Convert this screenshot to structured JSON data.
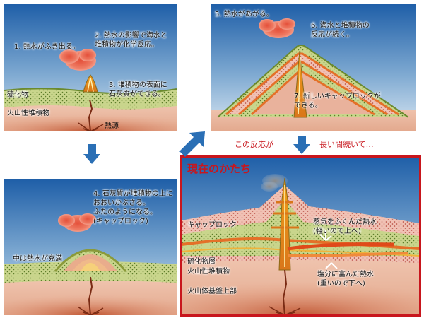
{
  "panel1": {
    "step1": "1. 熱水がふき出る。",
    "step2": "2. 熱水の影響で海水と\n堆積物が化学反応。",
    "step3": "3. 堆積物の表面に\n石灰質ができる。",
    "layer_sulfide": "硫化物",
    "layer_volcanic_sediment": "火山性堆積物",
    "heat_source": "熱源"
  },
  "panel2": {
    "step5": "5. 熱水があがる。",
    "step6": "6. 海水と堆積物の\n反応が続く。",
    "step7": "7. 新しいキャップロックが\nできる。"
  },
  "panel3": {
    "step4": "4. 石灰質が堆積物の上に\nおおいかぶさる。\nふたのようになる。\n(キャップロック)",
    "filled": "中は熱水が充満"
  },
  "panel4": {
    "title": "現在のかたち",
    "caprock": "キャップロック",
    "steam_water": "蒸気をふくんだ熱水\n(軽いので上へ)",
    "salt_water": "塩分に富んだ熱水\n(重いので下へ)",
    "sulfide_layer": "硫化物層",
    "volcanic_sediment": "火山性堆積物",
    "volcanic_basement": "火山体基盤上部"
  },
  "connectors": {
    "this_reaction": "この反応が",
    "long_continued": "長い間続いて…"
  },
  "colors": {
    "accent_red": "#c8161d",
    "arrow_blue": "#2a6fb5",
    "sea_top": "#1f5fa8",
    "sea_bottom": "#d7e6f2"
  }
}
